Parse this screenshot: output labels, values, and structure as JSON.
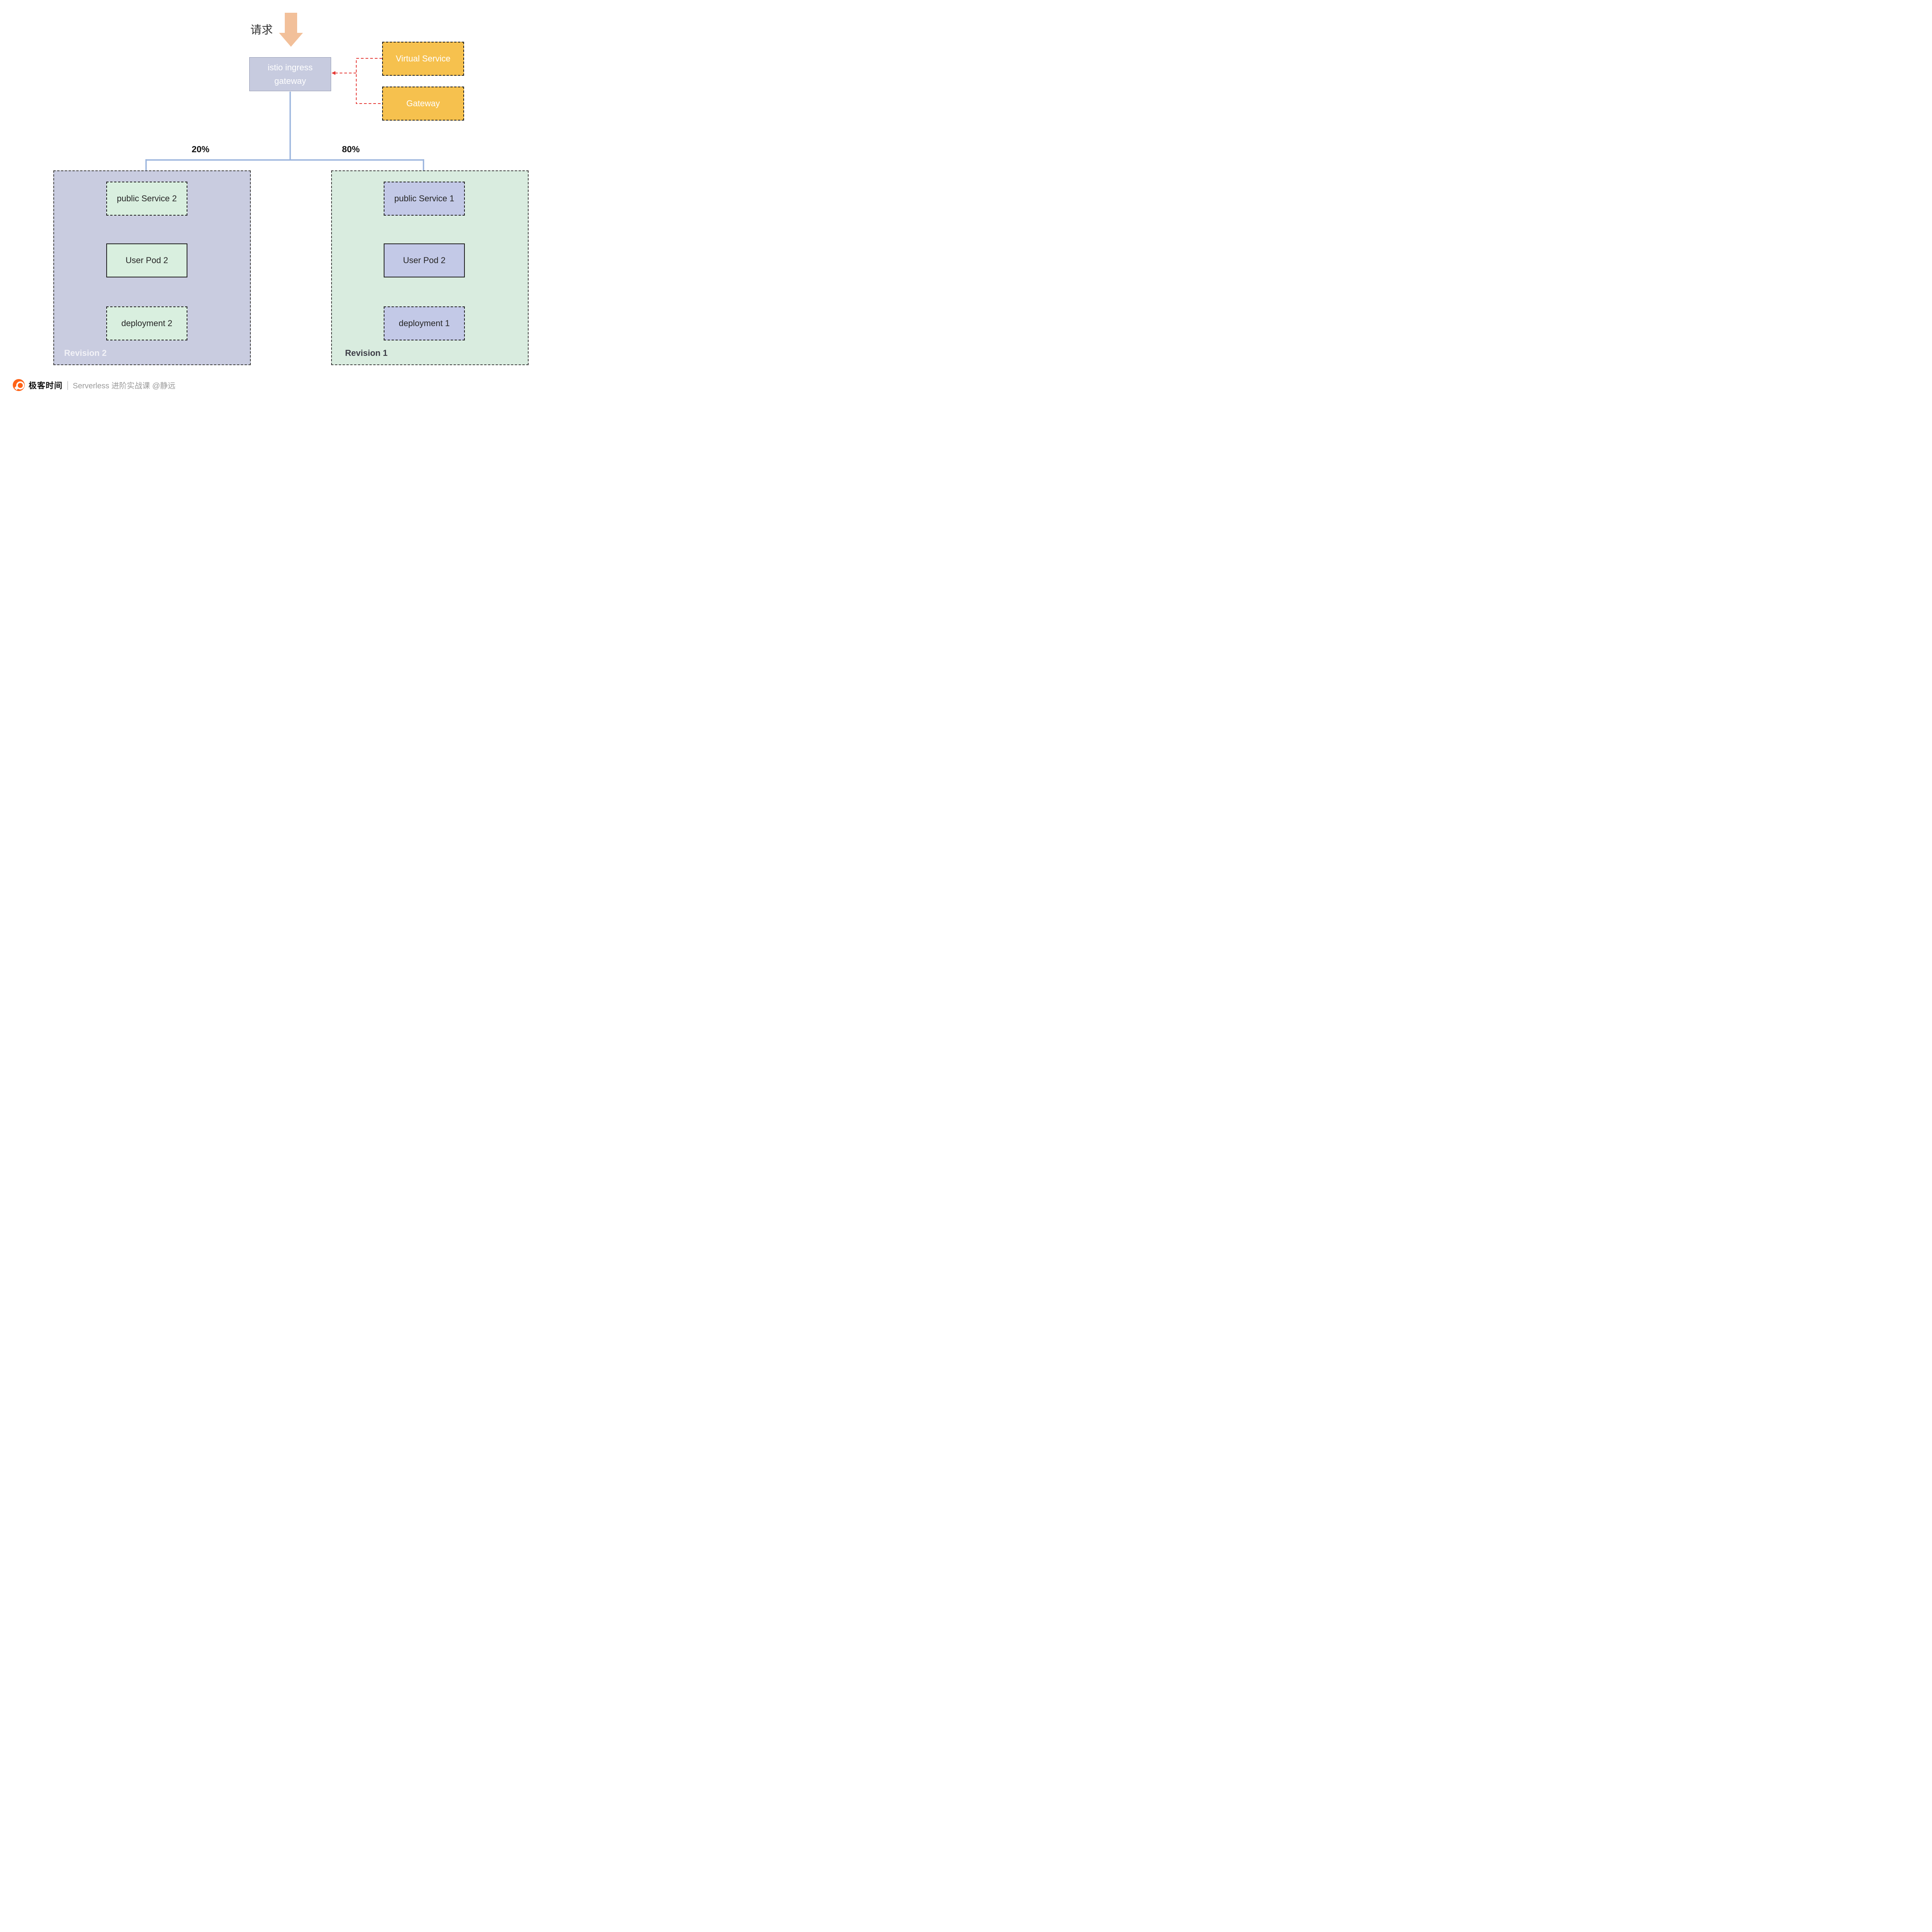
{
  "request": {
    "label": "请求"
  },
  "ingress": {
    "line1": "istio ingress",
    "line2": "gateway"
  },
  "config": {
    "virtual_service": "Virtual Service",
    "gateway": "Gateway"
  },
  "traffic_split": {
    "revision2_percent": "20%",
    "revision1_percent": "80%"
  },
  "revision2": {
    "label": "Revision 2",
    "public_service": "public Service 2",
    "user_pod": "User Pod 2",
    "deployment": "deployment 2"
  },
  "revision1": {
    "label": "Revision 1",
    "public_service": "public Service 1",
    "user_pod": "User Pod 2",
    "deployment": "deployment 1"
  },
  "footer": {
    "brand": "极客时间",
    "separator": "|",
    "caption": "Serverless 进阶实战课 @静远"
  },
  "colors": {
    "accent_orange": "#f6c14e",
    "request_arrow": "#f2c09a",
    "ingress_fill": "#c7cbdf",
    "revision2_fill": "#c9cce0",
    "revision1_fill": "#d9ecdf",
    "green_box": "#d9efdf",
    "purple_box": "#c3c9e7",
    "flow_blue": "#9ab4dd",
    "connector_red": "#e53935",
    "logo_orange": "#ff6318"
  }
}
